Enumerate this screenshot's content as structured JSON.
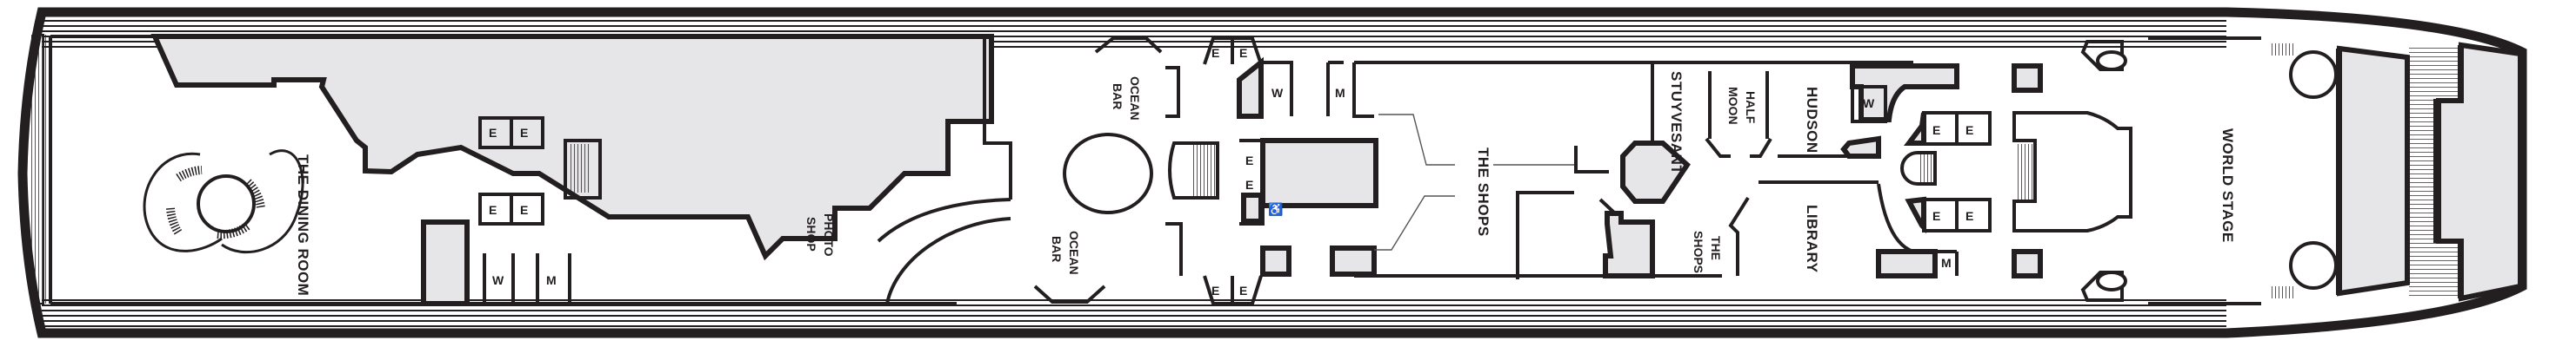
{
  "diagram": {
    "type": "ship-deck-plan",
    "orientation": "bow-right",
    "colors": {
      "wall": "#231f20",
      "shaded_area": "#e6e6e8",
      "background": "#ffffff"
    }
  },
  "venues": {
    "dining_room": "THE DINING ROOM",
    "photo_shop_1": "PHOTO",
    "photo_shop_2": "SHOP",
    "ocean_bar_top_1": "OCEAN",
    "ocean_bar_top_2": "BAR",
    "ocean_bar_bottom_1": "OCEAN",
    "ocean_bar_bottom_2": "BAR",
    "the_shops_center": "THE SHOPS",
    "stuyvesant": "STUYVESANT",
    "half_moon_1": "HALF",
    "half_moon_2": "MOON",
    "hudson": "HUDSON",
    "the_shops_lower_1": "THE",
    "the_shops_lower_2": "SHOPS",
    "library": "LIBRARY",
    "world_stage": "WORLD STAGE"
  },
  "symbols": {
    "elevator": "E",
    "womens_restroom": "W",
    "mens_restroom": "M",
    "accessible": "♿"
  }
}
